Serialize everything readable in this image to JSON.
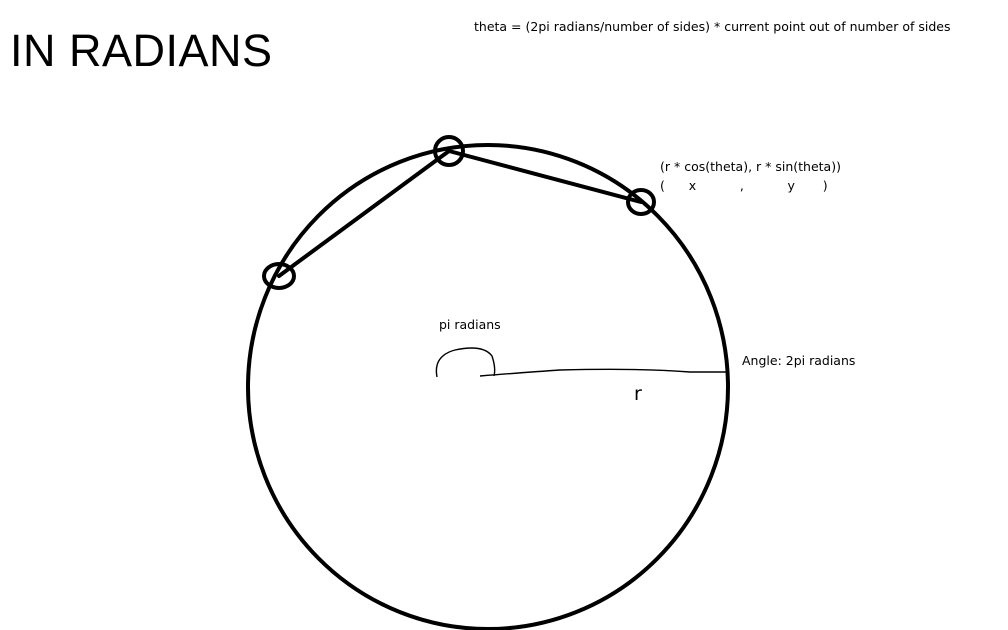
{
  "title": "IN RADIANS",
  "formula": "theta = (2pi radians/number of sides) * current point out of number of sides",
  "coordinate_formula": "(r * cos(theta), r * sin(theta))",
  "coordinate_legend": "(      x           ,           y       )",
  "half_turn_label": "pi radians",
  "full_turn_label": "Angle: 2pi radians",
  "radius_label": "r"
}
